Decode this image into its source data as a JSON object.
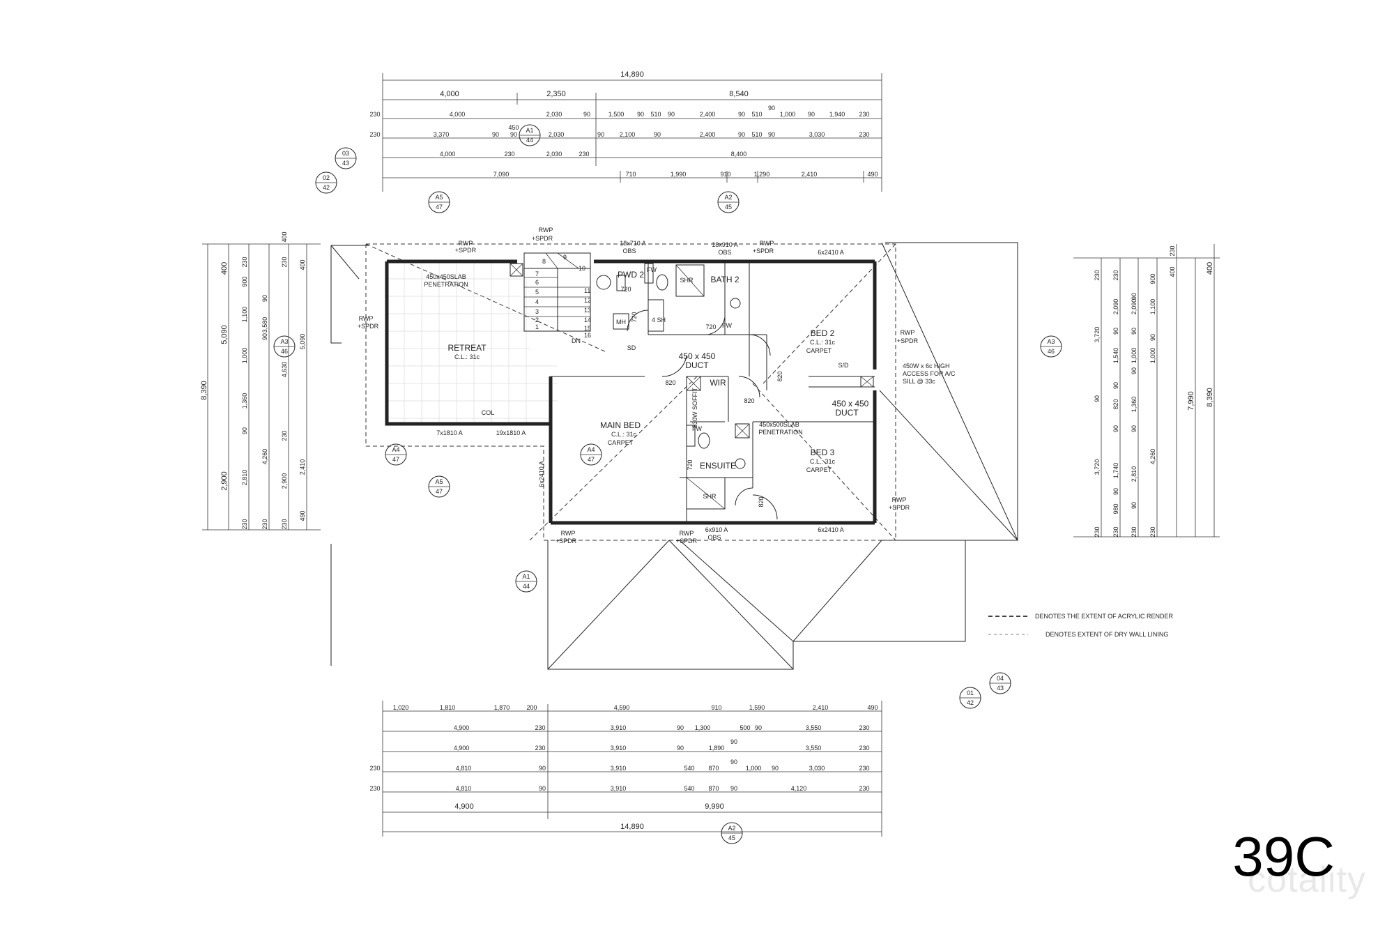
{
  "sheet": {
    "number": "39C",
    "watermark": "cotality"
  },
  "rooms": {
    "retreat": {
      "name": "RETREAT",
      "cl": "C.L.: 31c"
    },
    "slab1": {
      "l1": "450x450SLAB",
      "l2": "PENETRATION"
    },
    "pwd2": {
      "name": "PWD 2"
    },
    "bath2": {
      "name": "BATH 2"
    },
    "bed2": {
      "name": "BED 2",
      "cl": "C.L.: 31c",
      "floor": "CARPET"
    },
    "duct1": {
      "l1": "450 x 450",
      "l2": "DUCT"
    },
    "duct2": {
      "l1": "450 x 450",
      "l2": "DUCT"
    },
    "wir": {
      "name": "WIR"
    },
    "main_bed": {
      "name": "MAIN BED",
      "cl": "C.L.: 31c",
      "floor": "CARPET"
    },
    "slab2": {
      "l1": "450x500SLAB",
      "l2": "PENETRATION"
    },
    "ensuite": {
      "name": "ENSUITE"
    },
    "bed3": {
      "name": "BED 3",
      "cl": "C.L.: 31c",
      "floor": "CARPET"
    }
  },
  "labels": {
    "rwp": "RWP",
    "spdr": "+SPDR",
    "obs": "OBS",
    "win1": "18x710 A",
    "win2": "18x910 A",
    "win3": "6x2410 A",
    "win4": "6x2410 A",
    "win5": "6x910 A",
    "win6": "7x1810 A",
    "win7": "19x1810 A",
    "win8": "6x2410 A",
    "fw": "FW",
    "shr": "SHR",
    "mh": "MH",
    "sh": "4 SH",
    "sd1": "SD",
    "sd2": "S/D",
    "dn": "DN",
    "col": "COL",
    "soffit": "830W SOFFIT",
    "access": [
      "450W x 6c HIGH",
      "ACCESS FOR A/C",
      "SILL @ 33c"
    ],
    "d720a": "720",
    "d720b": "720",
    "d720c": "720",
    "d720d": "720",
    "d820a": "820",
    "d820b": "820",
    "d820c": "820",
    "d820d": "820",
    "stairs": [
      "1",
      "2",
      "3",
      "4",
      "5",
      "6",
      "7",
      "8",
      "9",
      "10",
      "11",
      "12",
      "13",
      "14",
      "15",
      "16"
    ]
  },
  "legend": {
    "dashed": "DENOTES THE EXTENT OF ACRYLIC RENDER",
    "dotted": "DENOTES EXTENT OF DRY WALL LINING"
  },
  "markers": [
    {
      "top": "03",
      "bottom": "43"
    },
    {
      "top": "02",
      "bottom": "42"
    },
    {
      "top": "A1",
      "bottom": "44"
    },
    {
      "top": "A5",
      "bottom": "47"
    },
    {
      "top": "A2",
      "bottom": "45"
    },
    {
      "top": "A3",
      "bottom": "46"
    },
    {
      "top": "A3",
      "bottom": "46"
    },
    {
      "top": "A4",
      "bottom": "47"
    },
    {
      "top": "A4",
      "bottom": "47"
    },
    {
      "top": "A5",
      "bottom": "47"
    },
    {
      "top": "A1",
      "bottom": "44"
    },
    {
      "top": "01",
      "bottom": "42"
    },
    {
      "top": "04",
      "bottom": "43"
    },
    {
      "top": "A2",
      "bottom": "45"
    }
  ],
  "dims": {
    "top": [
      [
        "14,890"
      ],
      [
        "4,000",
        "2,350",
        "8,540"
      ],
      [
        "230",
        "4,000",
        "2,030",
        "90",
        "1,500",
        "90",
        "510",
        "90",
        "2,400",
        "90",
        "510",
        "90",
        "1,000",
        "90",
        "1,940",
        "230"
      ],
      [
        "230",
        "3,370",
        "90",
        "450",
        "90",
        "2,030",
        "90",
        "2,100",
        "90",
        "2,400",
        "90",
        "510",
        "90",
        "3,030",
        "230"
      ],
      [
        "4,000",
        "230",
        "2,030",
        "230",
        "8,400"
      ],
      [
        "7,090",
        "710",
        "1,990",
        "910",
        "1,290",
        "2,410",
        "490"
      ]
    ],
    "bottom": [
      [
        "1,020",
        "1,810",
        "1,870",
        "200",
        "4,590",
        "910",
        "1,590",
        "2,410",
        "490"
      ],
      [
        "4,900",
        "230",
        "3,910",
        "90",
        "1,300",
        "500",
        "90",
        "3,550",
        "230"
      ],
      [
        "4,900",
        "230",
        "3,910",
        "90",
        "1,890",
        "90",
        "3,550",
        "230"
      ],
      [
        "230",
        "4,810",
        "90",
        "3,910",
        "540",
        "870",
        "90",
        "1,000",
        "90",
        "3,030",
        "230"
      ],
      [
        "230",
        "4,810",
        "90",
        "3,910",
        "540",
        "870",
        "90",
        "4,120",
        "230"
      ],
      [
        "4,900",
        "9,990"
      ],
      [
        "14,890"
      ]
    ],
    "left": [
      [
        "400",
        "5,090",
        "2,900"
      ],
      [
        "8,390"
      ],
      [
        "230",
        "900",
        "1,100",
        "1,000",
        "1,360",
        "90",
        "2,810",
        "230"
      ],
      [
        "90",
        "3,580",
        "90",
        "4,260",
        "230"
      ],
      [
        "400",
        "230",
        "4,630",
        "230",
        "2,900",
        "230"
      ],
      [
        "400",
        "5,090",
        "2,410",
        "490"
      ]
    ],
    "right": [
      [
        "230",
        "3,720",
        "90",
        "3,720",
        "230"
      ],
      [
        "230",
        "2,090",
        "90",
        "1,540",
        "90",
        "820",
        "90",
        "1,740",
        "90",
        "980",
        "230"
      ],
      [
        "90",
        "2,090",
        "90",
        "1,000",
        "90",
        "1,360",
        "90",
        "2,810",
        "90",
        "230"
      ],
      [
        "900",
        "1,100",
        "90",
        "1,000",
        "4,260",
        "230"
      ],
      [
        "230",
        "400"
      ],
      [
        "7,990"
      ],
      [
        "8,390",
        "400"
      ]
    ]
  }
}
